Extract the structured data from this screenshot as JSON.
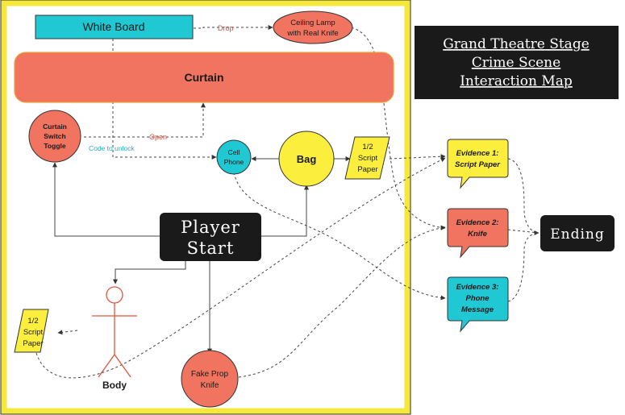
{
  "title": {
    "lines": [
      "Grand Theatre Stage",
      "Crime Scene",
      "Interaction Map"
    ]
  },
  "nodes": {
    "white_board": "White Board",
    "ceiling_lamp": [
      "Ceiling Lamp",
      "with Real Knife"
    ],
    "curtain": "Curtain",
    "curtain_switch": [
      "Curtain",
      "Switch",
      "Toggle"
    ],
    "cell_phone": [
      "Cell",
      "Phone"
    ],
    "bag": "Bag",
    "script_paper_top": [
      "1/2",
      "Script",
      "Paper"
    ],
    "player_start": [
      "Player",
      "Start"
    ],
    "body": "Body",
    "script_paper_left": [
      "1/2",
      "Script",
      "Paper"
    ],
    "fake_knife": [
      "Fake Prop",
      "Knife"
    ],
    "evidence1": [
      "Evidence 1:",
      "Script Paper"
    ],
    "evidence2": [
      "Evidence 2:",
      "Knife"
    ],
    "evidence3": [
      "Evidence 3:",
      "Phone",
      "Message"
    ],
    "ending": "Ending"
  },
  "edge_labels": {
    "drop": "Drop",
    "open": "Open",
    "code_to_unlock": "Code to unlock"
  },
  "colors": {
    "stage_border": "#f5e83a",
    "cyan": "#1fc8d3",
    "coral": "#f07460",
    "yellow": "#fbee3c",
    "black": "#1a1a1a",
    "red_label": "#e0533d",
    "cyan_label": "#1ab3c2"
  }
}
